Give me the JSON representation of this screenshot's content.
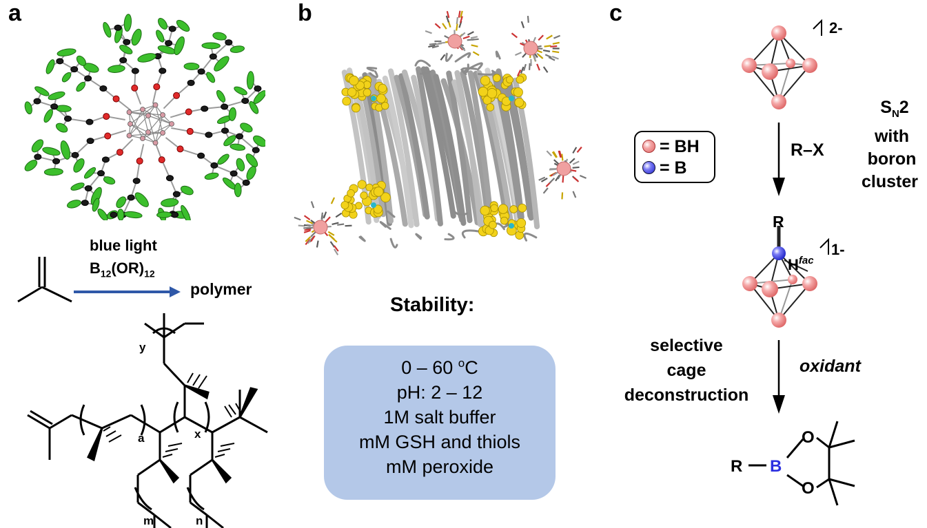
{
  "panels": {
    "a": {
      "letter": "a",
      "arrow_above_line1": "blue light",
      "arrow_above_line2_base": "B",
      "arrow_above_line2_sub1": "12",
      "arrow_above_line2_mid": "(OR)",
      "arrow_above_line2_sub2": "12",
      "product": "polymer",
      "polymer_labels": {
        "y": "y",
        "a": "a",
        "x": "x",
        "m": "m",
        "n": "n"
      }
    },
    "b": {
      "letter": "b",
      "stability_title": "Stability:",
      "stability_items": [
        {
          "pre": "0 – 60 ",
          "sup": "o",
          "post": "C"
        },
        {
          "pre": "pH: 2 – 12",
          "sup": "",
          "post": ""
        },
        {
          "pre": "1M salt buffer",
          "sup": "",
          "post": ""
        },
        {
          "pre": "mM GSH and thiols",
          "sup": "",
          "post": ""
        },
        {
          "pre": "mM peroxide",
          "sup": "",
          "post": ""
        }
      ],
      "colors": {
        "box": "#b4c8e8",
        "protein": "#8c8c8c",
        "spheres": "#f2d21a"
      }
    },
    "c": {
      "letter": "c",
      "charge_top": "2-",
      "charge_mid": "1-",
      "legend": {
        "bh": "= BH",
        "b": "= B"
      },
      "reagent1": "R–X",
      "sn2_s": "S",
      "sn2_sub": "N",
      "sn2_rest": "2",
      "sn2_line2": "with",
      "sn2_line3": "boron",
      "sn2_line4": "cluster",
      "r_label": "R",
      "h_label": "H",
      "h_sup": "fac",
      "step2_line1": "selective",
      "step2_line2": "cage",
      "step2_line3": "deconstruction",
      "reagent2": "oxidant",
      "product_r": "R",
      "product_b": "B",
      "product_o": "O",
      "colors": {
        "bh": "#f4a3a3",
        "b": "#2b2fd6",
        "boron_text": "#2b2fe0",
        "arrow_blue": "#2f58a8"
      }
    }
  }
}
